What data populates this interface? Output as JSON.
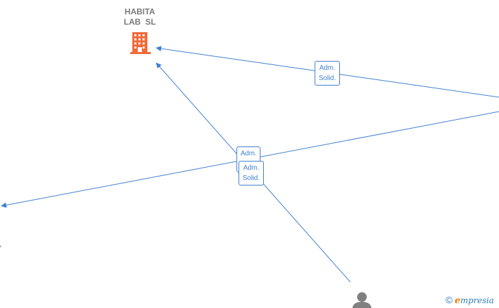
{
  "nodes": {
    "company": {
      "line1": "HABITA",
      "line2": "LAB  SL",
      "icon": "building-icon",
      "color": "#f26b3a"
    },
    "person": {
      "icon": "person-icon",
      "color": "#808080"
    }
  },
  "edge_labels": [
    {
      "line1": "Adm.",
      "line2": "Solid."
    },
    {
      "line1": "Adm.",
      "line2": ""
    },
    {
      "line1": "Adm.",
      "line2": "Solid."
    }
  ],
  "colors": {
    "edge": "#3f7fcf"
  },
  "brand": {
    "copyright": "©",
    "initial": "e",
    "rest": "mpresia"
  }
}
